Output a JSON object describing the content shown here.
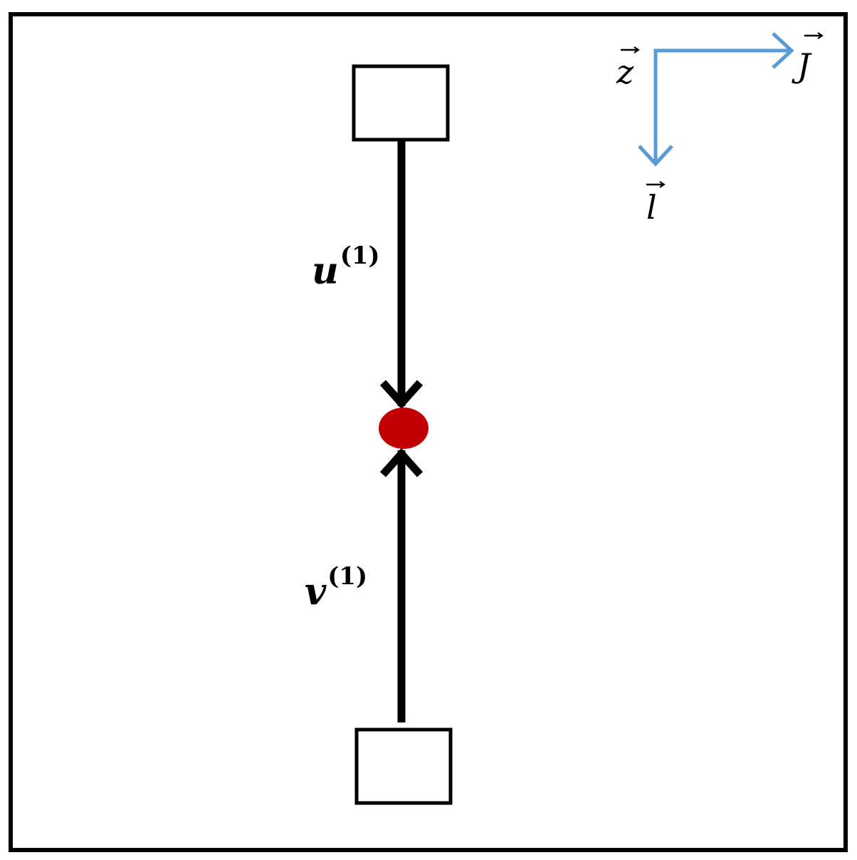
{
  "colors": {
    "frame": "#000000",
    "beam": "#000000",
    "node": "#c00000",
    "axes": "#5b9bd5",
    "background": "#ffffff"
  },
  "labels": {
    "top_arrow_symbol": "u",
    "top_arrow_superscript": "(1)",
    "bottom_arrow_symbol": "v",
    "bottom_arrow_superscript": "(1)"
  },
  "axes": {
    "origin_label": "z",
    "horizontal_label": "J",
    "vertical_label": "l",
    "vector_mark": "⃗"
  }
}
